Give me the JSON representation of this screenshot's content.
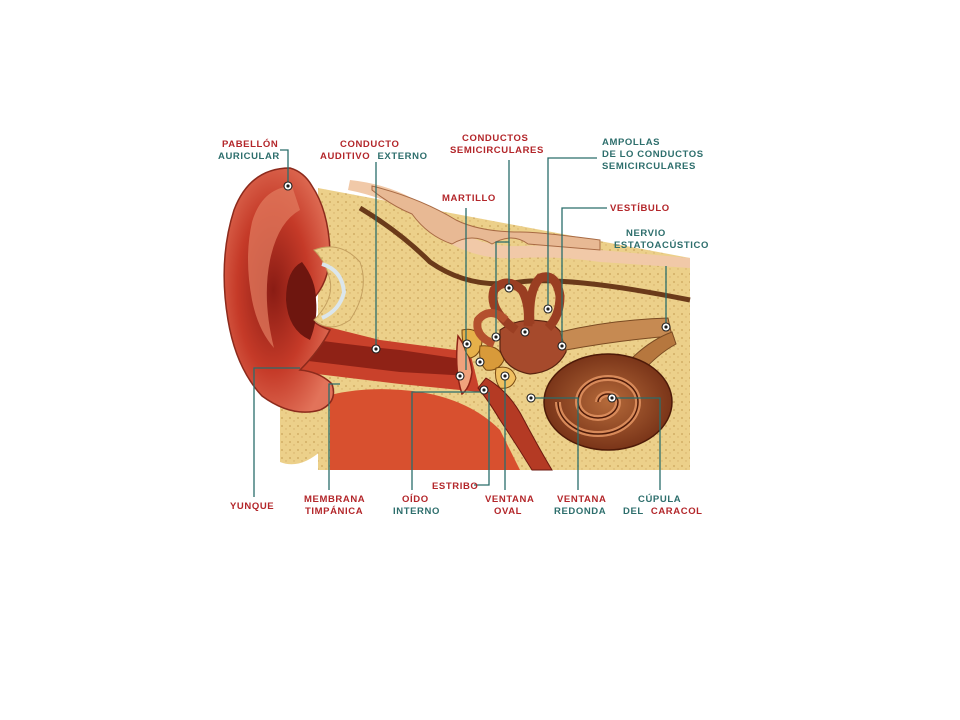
{
  "labels": {
    "pabellon": [
      "PABELLÓN",
      "AURICULAR"
    ],
    "conducto": [
      "CONDUCTO",
      "AUDITIVO",
      "EXTERNO"
    ],
    "conductos_semi": [
      "CONDUCTOS",
      "SEMICIRCULARES"
    ],
    "ampollas": [
      "AMPOLLAS",
      "DE LO CONDUCTOS",
      "SEMICIRCULARES"
    ],
    "martillo": "MARTILLO",
    "vestibulo": "VESTÍBULO",
    "nervio": [
      "NERVIO",
      "ESTATOACÚSTICO"
    ],
    "yunque": "YUNQUE",
    "membrana": [
      "MEMBRANA",
      "TIMPÁNICA"
    ],
    "oido": [
      "OÍDO",
      "INTERNO"
    ],
    "estribo": "ESTRIBO",
    "ventana_oval": [
      "VENTANA",
      "OVAL"
    ],
    "ventana_redonda": [
      "VENTANA",
      "REDONDA"
    ],
    "cupula": [
      "CÚPULA",
      "DEL",
      "CARACOL"
    ]
  },
  "colors": {
    "label_red": "#b3262a",
    "label_teal": "#2d6e6c",
    "bone": "#e8c77a",
    "flesh": "#c9412b",
    "cochlea": "#8a3b1c"
  }
}
